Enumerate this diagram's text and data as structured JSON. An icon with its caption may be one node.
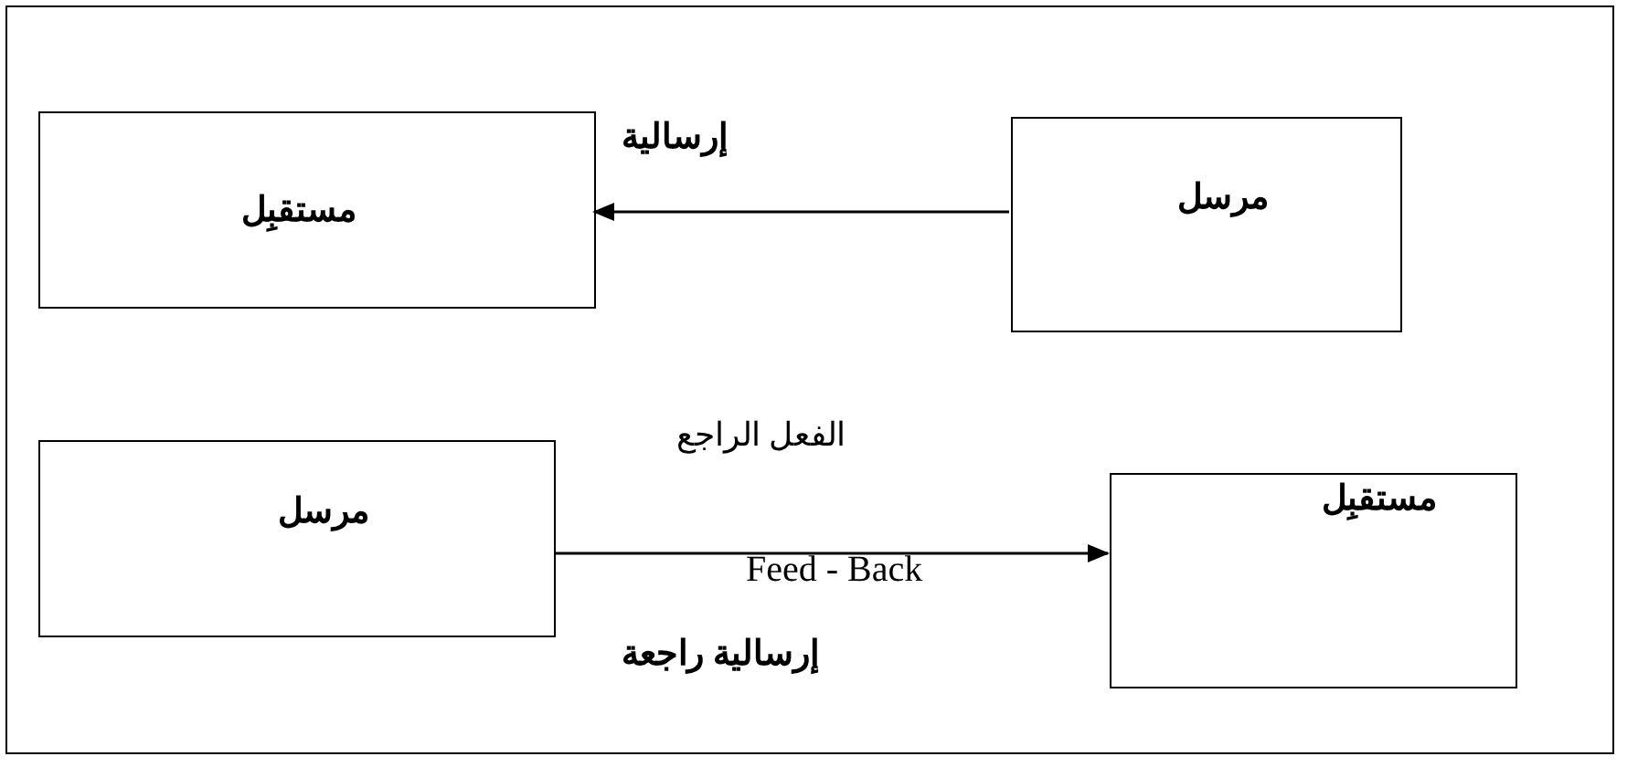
{
  "diagram": {
    "nodes": [
      {
        "text": [],
        "shape": "box"
      },
      {
        "text": [
          "مرسل"
        ],
        "in": 0
      },
      {
        "text": [
          "مستقبِل"
        ],
        "in": 0
      },
      {
        "text": [
          "مرسل"
        ],
        "in": 0
      },
      {
        "text": [
          "مستقبِل"
        ],
        "in": 0
      }
    ],
    "edges": [
      {
        "from": 1,
        "to": 2,
        "arrow": "to",
        "label": "إرسالية"
      },
      {
        "from": 3,
        "to": 4,
        "arrow": "to",
        "label": "الفعل الراجع"
      }
    ],
    "labels": [
      "Feed - Back",
      "إرسالية راجعة"
    ]
  }
}
